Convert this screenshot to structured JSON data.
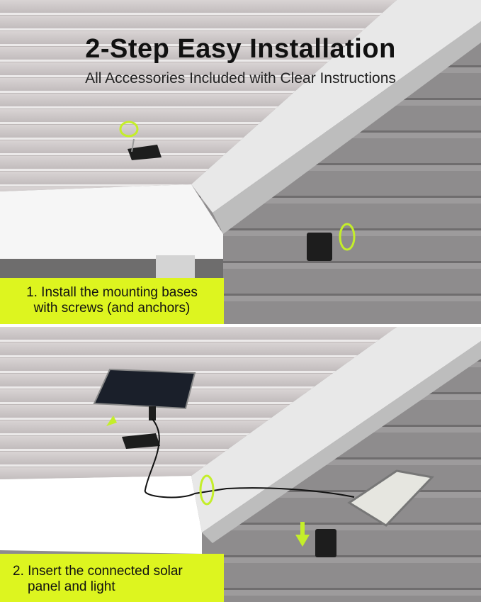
{
  "header": {
    "title": "2-Step Easy Installation",
    "subtitle": "All Accessories Included with Clear Instructions"
  },
  "steps": [
    {
      "line1": "1. Install the mounting bases",
      "line2": "with screws (and anchors)"
    },
    {
      "line1": "2. Insert the connected solar",
      "line2": "panel and light"
    }
  ],
  "colors": {
    "accent": "#DDF51F",
    "roof": "#c9c4c4",
    "siding": "#8a8888",
    "fascia": "#f4f4f4"
  },
  "icons": [
    "rotate-arrow-icon",
    "arrow-down-icon",
    "arrow-left-icon",
    "mounting-base-icon",
    "solar-panel-icon",
    "led-flood-light-icon"
  ]
}
